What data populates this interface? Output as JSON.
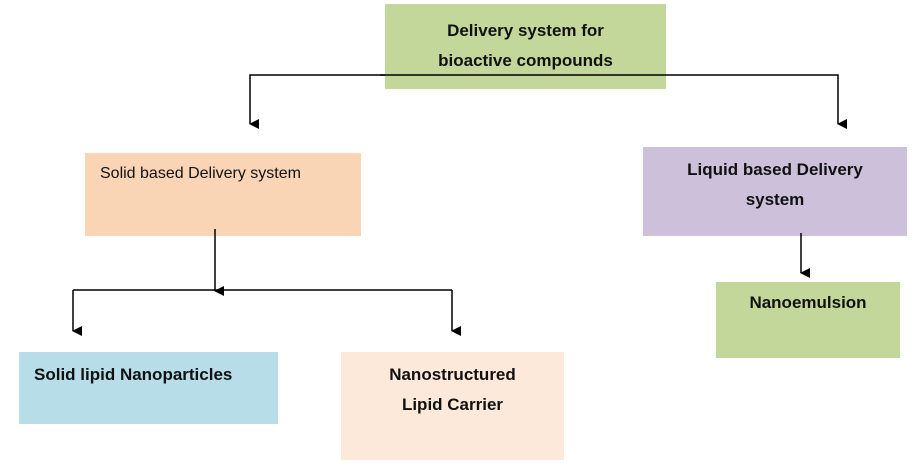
{
  "diagram": {
    "root": {
      "label_line1": "Delivery system for",
      "label_line2": "bioactive compounds",
      "color": "#c4d79b"
    },
    "solid": {
      "label": "Solid based Delivery system",
      "color": "#fad5b5"
    },
    "liquid": {
      "label_line1": "Liquid based Delivery",
      "label_line2": "system",
      "color": "#ccc0da"
    },
    "sln": {
      "label": "Solid lipid Nanoparticles",
      "color": "#b7dde8"
    },
    "nlc": {
      "label_line1": "Nanostructured",
      "label_line2": "Lipid Carrier",
      "color": "#fde9d9"
    },
    "nanoemulsion": {
      "label": "Nanoemulsion",
      "color": "#c4d79b"
    }
  }
}
